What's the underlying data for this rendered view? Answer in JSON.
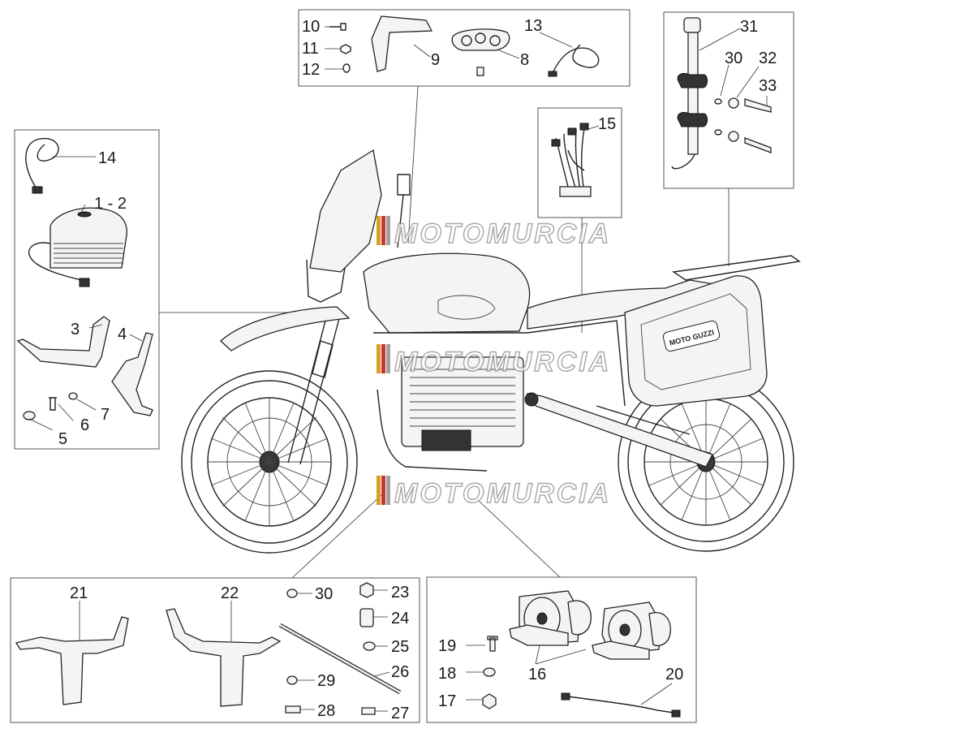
{
  "callouts": {
    "c1_2": "1 - 2",
    "c3": "3",
    "c4": "4",
    "c5": "5",
    "c6": "6",
    "c7": "7",
    "c8": "8",
    "c9": "9",
    "c10": "10",
    "c11": "11",
    "c12": "12",
    "c13": "13",
    "c14": "14",
    "c15": "15",
    "c16": "16",
    "c17": "17",
    "c18": "18",
    "c19": "19",
    "c20": "20",
    "c21": "21",
    "c22": "22",
    "c23": "23",
    "c24": "24",
    "c25": "25",
    "c26": "26",
    "c27": "27",
    "c28": "28",
    "c29": "29",
    "c30a": "30",
    "c30b": "30",
    "c31": "31",
    "c32": "32",
    "c33": "33"
  },
  "tank_badge": "MOTO GUZZI",
  "watermark": "MOTOMURCIA"
}
